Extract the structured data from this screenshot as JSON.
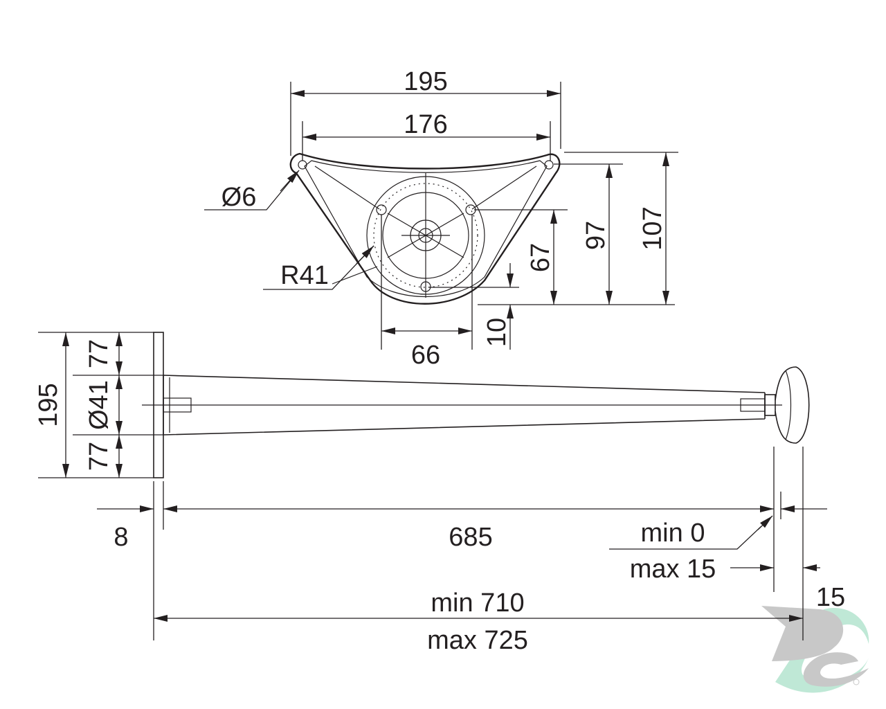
{
  "title": "Furniture leg technical drawing",
  "top_view": {
    "width_overall": "195",
    "hole_spacing": "176",
    "hole_diameter": "Ø6",
    "radius": "R41",
    "height_center_hole": "67",
    "height_holes": "97",
    "height_overall": "107",
    "center_offset": "10",
    "circle_holes_span": "66"
  },
  "side_view": {
    "flange_height": "195",
    "upper_offset": "77",
    "tube_diameter": "Ø41",
    "lower_offset": "77",
    "flange_thickness": "8",
    "tube_length": "685",
    "adjust_min": "min 0",
    "adjust_max": "max 15",
    "foot_height": "15",
    "total_min": "min 710",
    "total_max": "max 725"
  },
  "logo": {
    "text": "DC",
    "gray": "#c8c8c8",
    "teal": "#bfe8d6"
  },
  "colors": {
    "line": "#231f20",
    "background": "#ffffff"
  }
}
